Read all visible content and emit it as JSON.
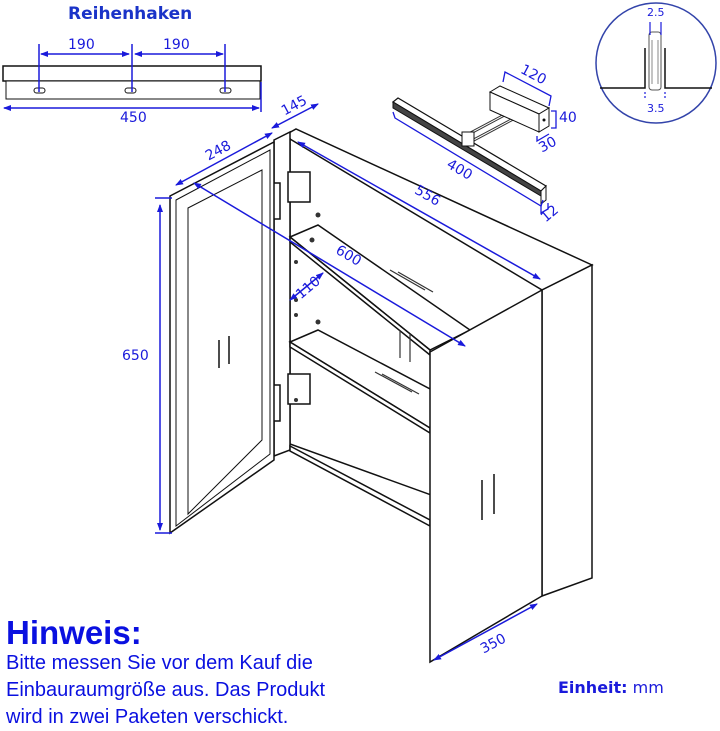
{
  "rail": {
    "title": "Reihenhaken",
    "dim_left": "190",
    "dim_right": "190",
    "dim_total": "450"
  },
  "detail_circle": {
    "dim_top": "2.5",
    "dim_bottom": "3.5"
  },
  "lamp": {
    "dim_length": "400",
    "dim_height": "12",
    "dim_base_length": "120",
    "dim_base_height": "40",
    "dim_base_depth": "30"
  },
  "cabinet": {
    "dim_depth": "145",
    "dim_door_width": "248",
    "dim_inner_width": "556",
    "dim_width": "600",
    "dim_shelf_depth": "110",
    "dim_height": "650",
    "dim_right_door_width": "350"
  },
  "note": {
    "heading": "Hinweis:",
    "lines": [
      "Bitte messen Sie vor dem Kauf die",
      "Einbauraumgröße aus. Das Produkt",
      "wird in zwei Paketen verschickt."
    ]
  },
  "unit": {
    "label": "Einheit:",
    "value": "mm"
  },
  "colors": {
    "dimension": "#1a1adb",
    "line": "#111111"
  }
}
